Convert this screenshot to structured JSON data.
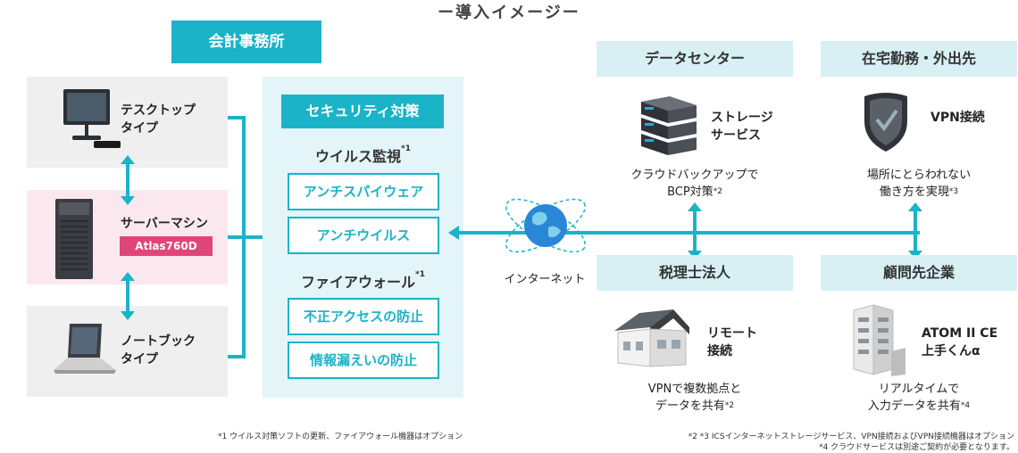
{
  "title": "ー導入イメージー",
  "office": {
    "header": "会計事務所",
    "devices": [
      {
        "label_l1": "テスクトップ",
        "label_l2": "タイプ"
      },
      {
        "label_l1": "サーバーマシン",
        "badge": "Atlas760D"
      },
      {
        "label_l1": "ノートブック",
        "label_l2": "タイプ"
      }
    ]
  },
  "security": {
    "header": "セキュリティ対策",
    "virus_heading": "ウイルス監視",
    "virus_note": "*1",
    "virus_items": [
      "アンチスパイウェア",
      "アンチウイルス"
    ],
    "firewall_heading": "ファイアウォール",
    "firewall_note": "*1",
    "firewall_items": [
      "不正アクセスの防止",
      "情報漏えいの防止"
    ]
  },
  "internet_label": "インターネット",
  "datacenter": {
    "header": "データセンター",
    "label_l1": "ストレージ",
    "label_l2": "サービス",
    "cap_l1": "クラウドバックアップで",
    "cap_l2": "BCP対策",
    "cap_note": "*2"
  },
  "remote": {
    "header": "在宅勤務・外出先",
    "label": "VPN接続",
    "cap_l1": "場所にとらわれない",
    "cap_l2": "働き方を実現",
    "cap_note": "*3"
  },
  "tax": {
    "header": "税理士法人",
    "label_l1": "リモート",
    "label_l2": "接続",
    "cap_l1": "VPNで複数拠点と",
    "cap_l2": "データを共有",
    "cap_note": "*2"
  },
  "client": {
    "header": "顧問先企業",
    "label_l1": "ATOM II CE",
    "label_l2": "上手くんα",
    "cap_l1": "リアルタイムで",
    "cap_l2": "入力データを共有",
    "cap_note": "*4"
  },
  "footnotes": {
    "left": "*1  ウイルス対策ソフトの更新、ファイアウォール機器はオプション",
    "right_1": "*2 *3  ICSインターネットストレージサービス、VPN接続およびVPN接続機器はオプション",
    "right_2": "*4 クラウドサービスは別途ご契約が必要となります。"
  },
  "colors": {
    "accent": "#1ab3c8",
    "light": "#d8f0f4",
    "pink": "#e0457a"
  }
}
